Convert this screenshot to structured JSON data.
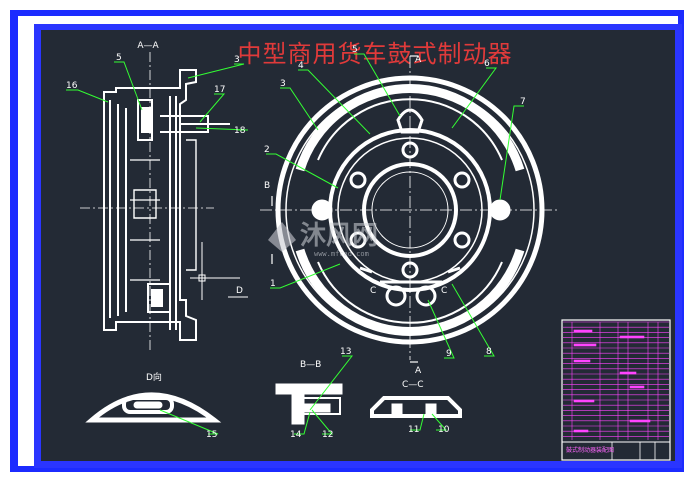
{
  "title": "中型商用货车鼓式制动器",
  "section_labels": {
    "aa": "A—A",
    "a_top": "A",
    "a_bottom": "A",
    "b": "B",
    "bb": "B—B",
    "cc": "C—C",
    "c_left": "C",
    "c_right": "C",
    "d": "D",
    "d_view": "D向"
  },
  "part_numbers": {
    "p1": "1",
    "p2": "2",
    "p3a": "3",
    "p3b": "3",
    "p4": "4",
    "p5a": "5",
    "p5b": "5",
    "p6": "6",
    "p7": "7",
    "p8": "8",
    "p9": "9",
    "p10": "10",
    "p11": "11",
    "p12": "12",
    "p13": "13",
    "p14": "14",
    "p15": "15",
    "p16": "16",
    "p17": "17",
    "p18": "18"
  },
  "title_block": {
    "caption": "鼓式制动器装配图"
  },
  "watermark": {
    "text": "沐风网",
    "url": "www.mfcad.com"
  },
  "colors": {
    "frame_outer": "#1c2bff",
    "frame_inner": "#2a35ff",
    "canvas": "#232a35",
    "line": "#ffffff",
    "leader": "#33ff33",
    "title": "#e03a3a",
    "titleblock": "#ff44ff"
  }
}
